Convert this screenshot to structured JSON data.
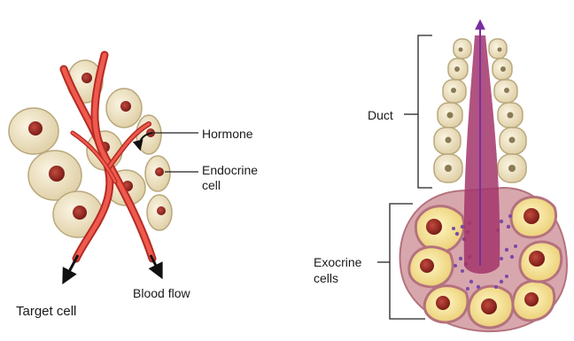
{
  "labels": {
    "hormone": "Hormone",
    "endocrine_line1": "Endocrine",
    "endocrine_line2": "cell",
    "target_cell": "Target cell",
    "blood_flow": "Blood flow",
    "duct": "Duct",
    "exocrine_line1": "Exocrine",
    "exocrine_line2": "cells"
  },
  "colors": {
    "cell_fill": "#eee2c4",
    "cell_outline": "#b9a87d",
    "nucleus": "#8b1a1a",
    "vessel": "#e0473d",
    "vessel_dark": "#b52b24",
    "gland_wall": "#c98a95",
    "exocrine_fill": "#f2e08c",
    "granules": "#7a4aa6",
    "duct_lumen": "#a3356a",
    "arrow": "#7a2da0",
    "line": "#222222"
  }
}
